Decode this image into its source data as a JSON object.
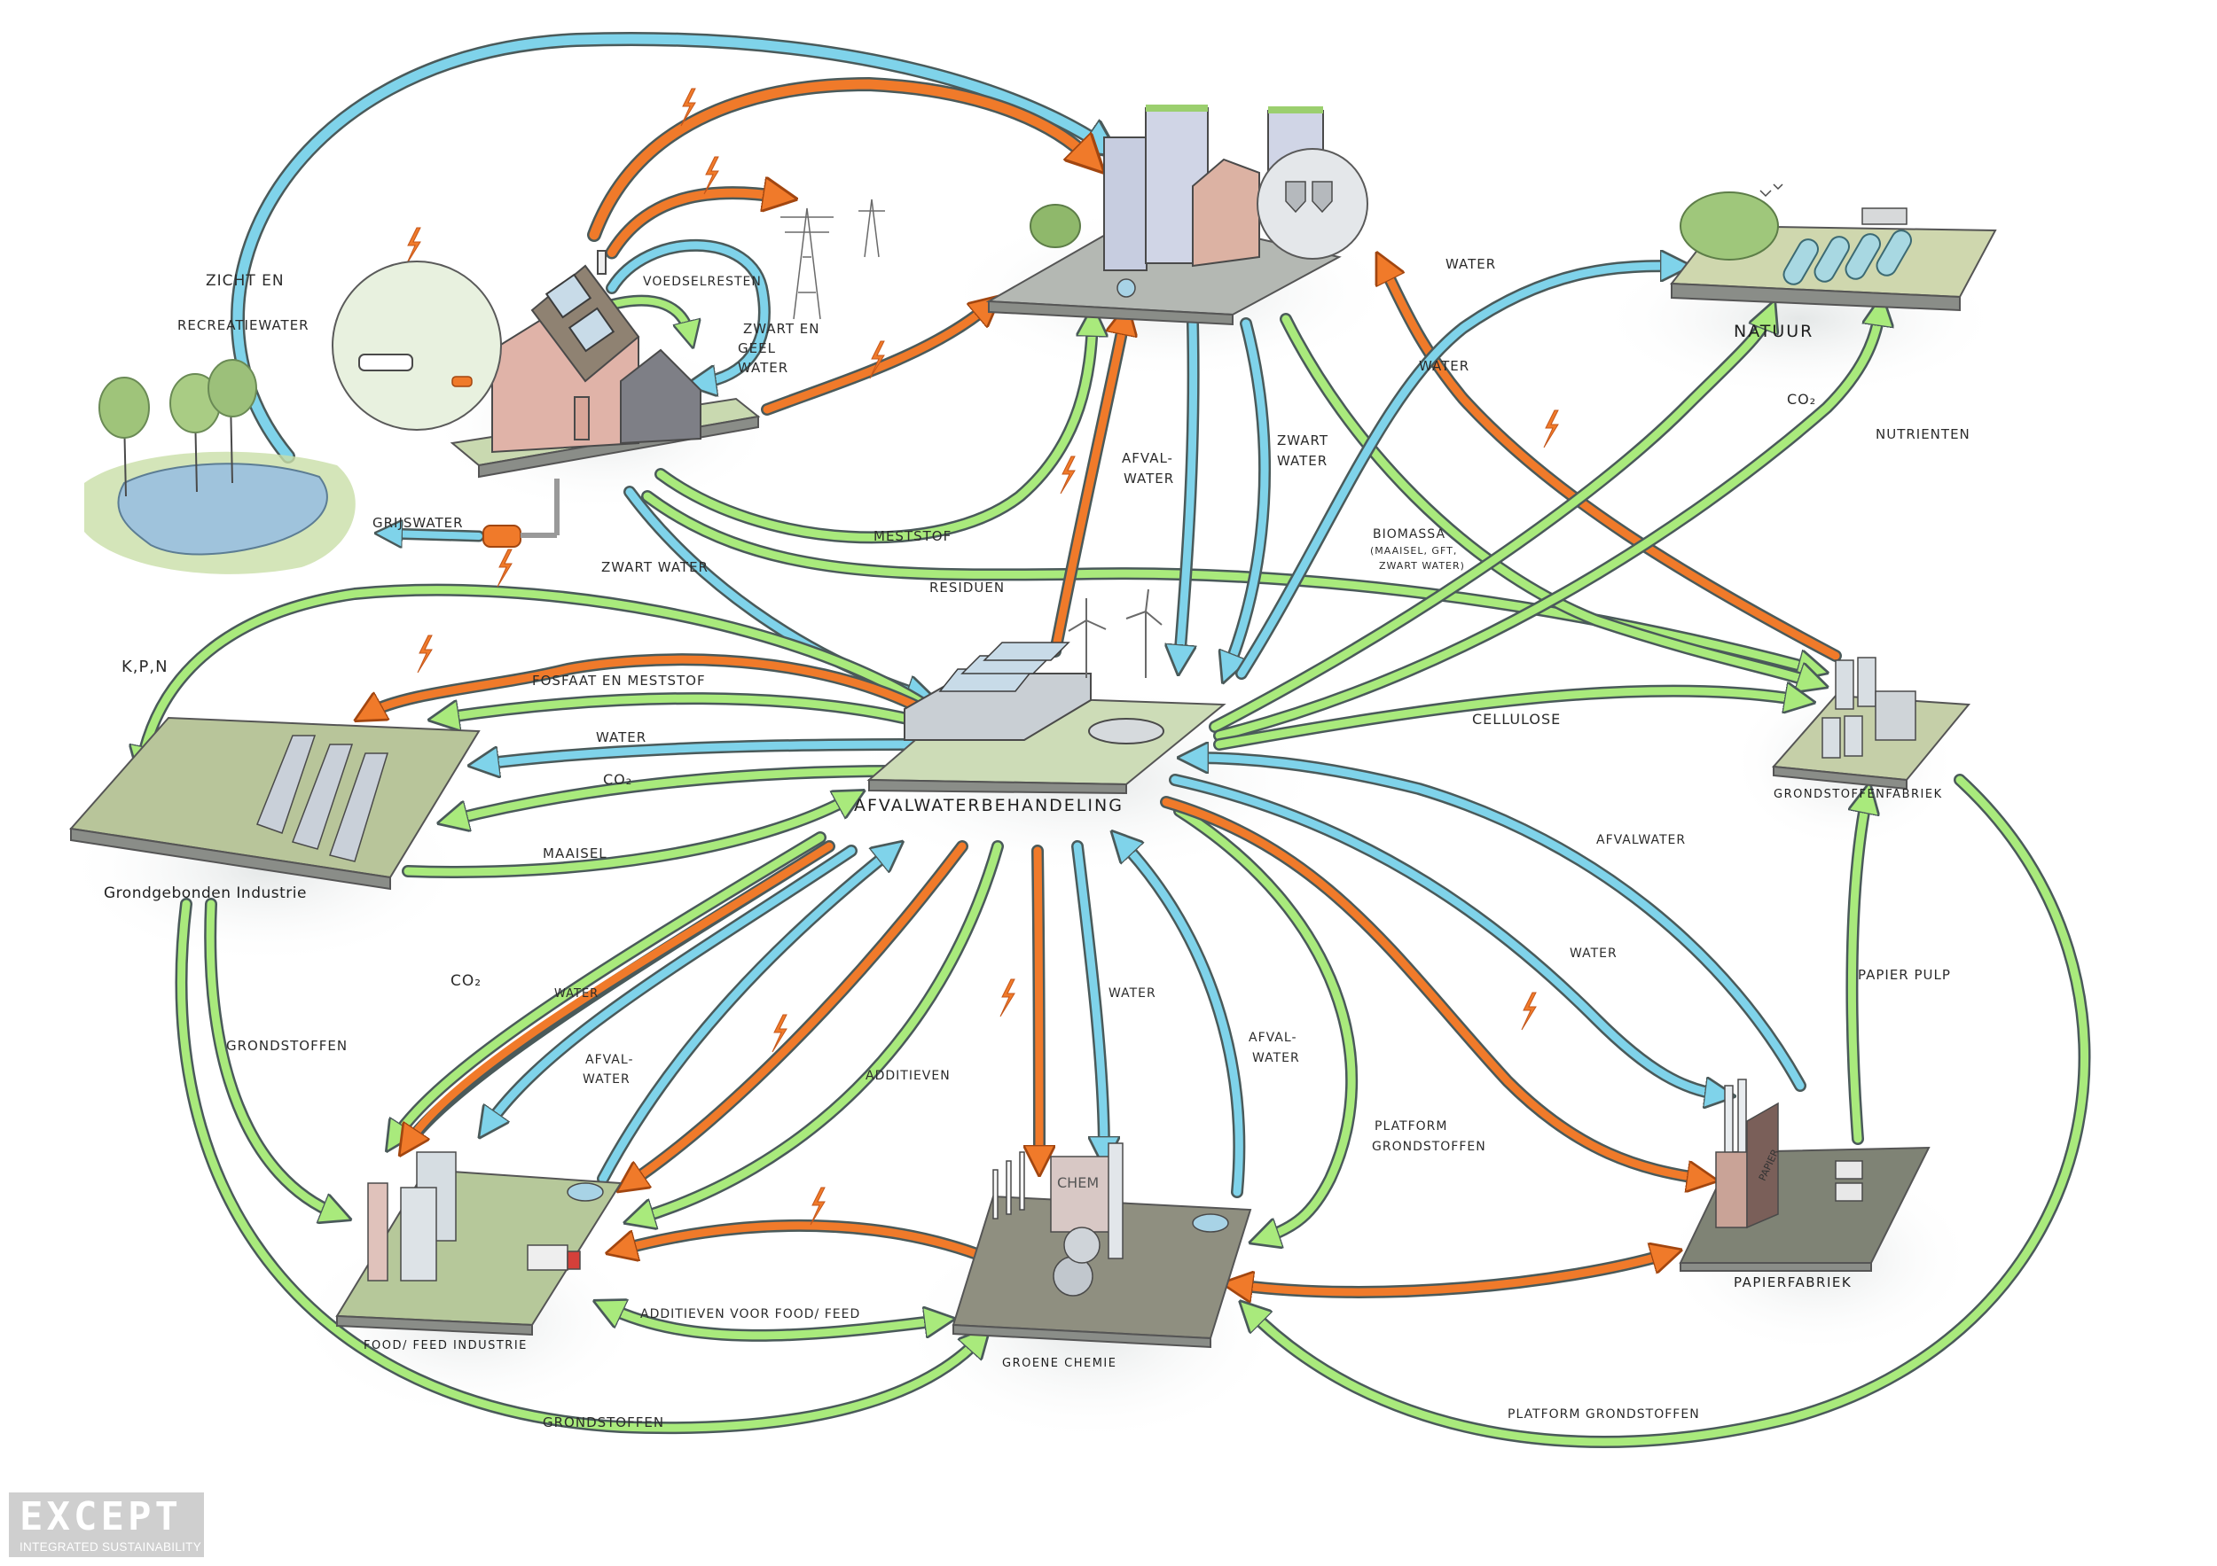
{
  "colors": {
    "energy": "#f07a2a",
    "water": "#7fd3ea",
    "materials": "#a9ea7c",
    "outline": "#4a5a5a"
  },
  "nodes": {
    "woningen": {
      "label": ""
    },
    "stad": {
      "label": ""
    },
    "natuur": {
      "label": "NATUUR"
    },
    "vijver": {
      "label": ""
    },
    "grondgebonden": {
      "label": "Grondgebonden Industrie"
    },
    "afvalwater": {
      "label": "AFVALWATERBEHANDELING"
    },
    "grondstoffenfabriek": {
      "label": "GRONDSTOFFENFABRIEK"
    },
    "foodfeed": {
      "label": "FOOD/ FEED INDUSTRIE"
    },
    "groenechemie": {
      "label": "GROENE CHEMIE",
      "sign": "CHEM"
    },
    "papierfabriek": {
      "label": "PAPIERFABRIEK",
      "sign": "PAPIER"
    },
    "hoogspanning": {
      "label": ""
    }
  },
  "flow_labels": {
    "zicht_en": "ZICHT EN",
    "recreatiewater": "RECREATIEWATER",
    "voedselresten": "VOEDSELRESTEN",
    "zwart_en": "ZWART EN",
    "geel": "GEEL",
    "water_house": "WATER",
    "grijswater": "GRIJSWATER",
    "zwart_water_house": "ZWART WATER",
    "meststof": "MESTSTOF",
    "residuen": "RESIDUEN",
    "afval": "AFVAL-",
    "afval_water": "WATER",
    "zwart": "ZWART",
    "zwart_water2": "WATER",
    "biomassa": "BIOMASSA",
    "biomassa_sub1": "(MAAISEL, GFT,",
    "biomassa_sub2": "ZWART WATER)",
    "water_natuur1": "WATER",
    "water_natuur2": "WATER",
    "co2_natuur": "CO₂",
    "nutrienten": "NUTRIENTEN",
    "kpn": "K,P,N",
    "fosfaat": "FOSFAAT EN MESTSTOF",
    "water_grond": "WATER",
    "co2_grond": "CO₂",
    "maaisel": "MAAISEL",
    "cellulose": "CELLULOSE",
    "grondstoffen_left": "GRONDSTOFFEN",
    "co2_food": "CO₂",
    "water_food": "WATER",
    "afval_food1": "AFVAL-",
    "afval_food2": "WATER",
    "additieven": "ADDITIEVEN",
    "water_chem": "WATER",
    "afval_chem1": "AFVAL-",
    "afval_chem2": "WATER",
    "platform1": "PLATFORM",
    "platform2": "GRONDSTOFFEN",
    "afvalwater_papier": "AFVALWATER",
    "water_papier": "WATER",
    "papierpulp": "PAPIER PULP",
    "additieven_food": "ADDITIEVEN VOOR FOOD/ FEED",
    "grondstoffen_bottom": "GRONDSTOFFEN",
    "platform_bottom": "PLATFORM GRONDSTOFFEN"
  },
  "legend_icons": {
    "energy": "lightning-bolt-icon"
  },
  "logo": {
    "mark": "EXCEPT",
    "tagline": "INTEGRATED SUSTAINABILITY"
  }
}
